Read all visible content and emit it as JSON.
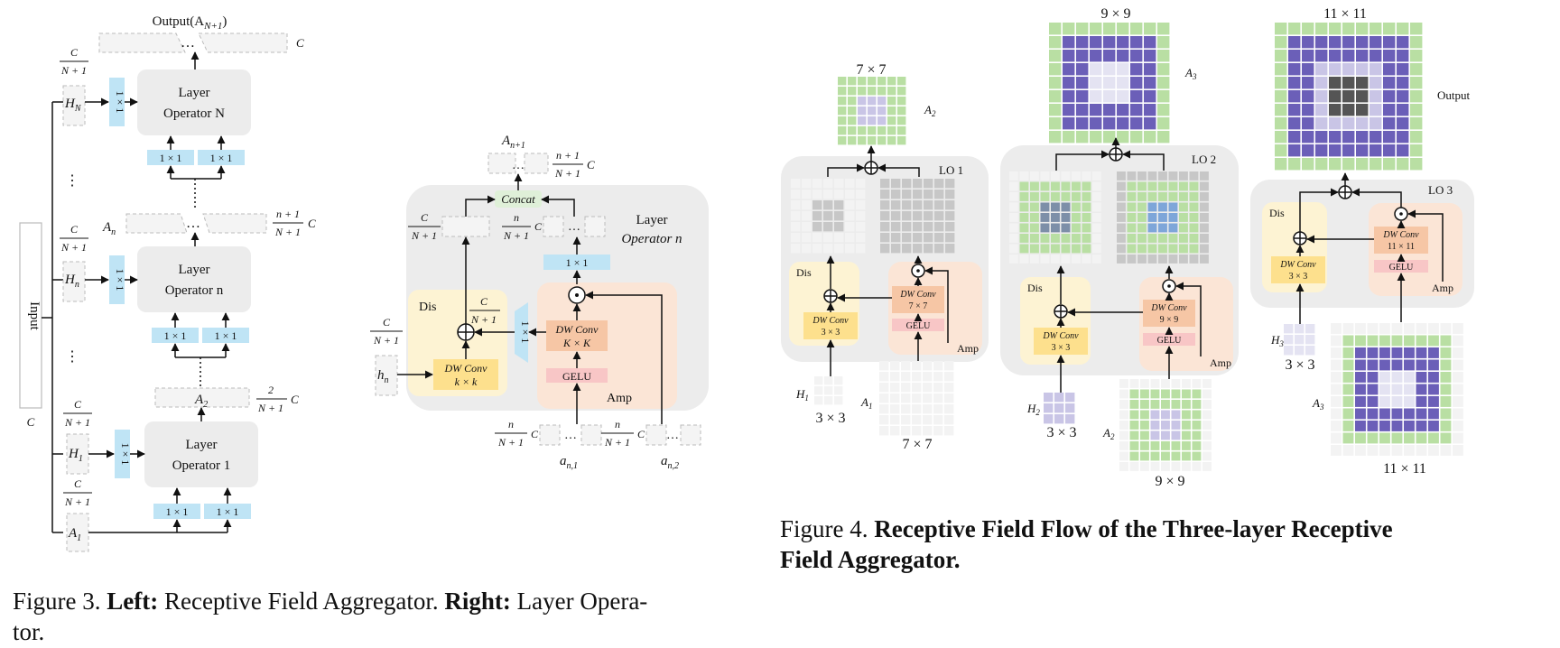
{
  "fig3": {
    "output_label": "Output(A",
    "output_sub": "N+1",
    "output_close": ")",
    "frac_c": "C",
    "frac_n1": "N + 1",
    "c": "C",
    "h_n_cap": "H",
    "h_n_cap_sub": "N",
    "h_n": "H",
    "h_n_sub": "n",
    "h_1": "H",
    "h_1_sub": "1",
    "a_1": "A",
    "a_1_sub": "1",
    "a_2": "A",
    "a_2_sub": "2",
    "a_n": "A",
    "a_n_sub": "n",
    "frac_2": "2",
    "frac_np1": "n + 1",
    "conv1x1": "1 × 1",
    "layer_op_N": [
      "Layer",
      "Operator N"
    ],
    "layer_op_n": [
      "Layer",
      "Operator n"
    ],
    "layer_op_1": [
      "Layer",
      "Operator 1"
    ],
    "dots": "⋮",
    "hdots": "…",
    "input": "Input",
    "input_c": "C"
  },
  "fig3r": {
    "a_np1": "A",
    "a_np1_sub": "n+1",
    "concat": "Concat",
    "layer_operator": [
      "Layer",
      "Operator n"
    ],
    "dis": "Dis",
    "amp": "Amp",
    "dwconv_k": [
      "DW Conv",
      "k × k"
    ],
    "dwconv_K": [
      "DW Conv",
      "K × K"
    ],
    "gelu": "GELU",
    "conv1x1": "1 × 1",
    "h_n": "h",
    "h_n_sub": "n",
    "a_n1": "a",
    "a_n1_sub": "n,1",
    "a_n2": "a",
    "a_n2_sub": "n,2",
    "frac_n": "n",
    "frac_N1": "N + 1",
    "frac_n1": "n + 1",
    "frac_c": "C",
    "c": "C"
  },
  "fig4": {
    "lo1": "LO 1",
    "lo2": "LO 2",
    "lo3": "LO 3",
    "size7": "7 × 7",
    "size9": "9 × 9",
    "size11": "11 × 11",
    "size3": "3 × 3",
    "a2": "A",
    "a2_sub": "2",
    "a3": "A",
    "a3_sub": "3",
    "a1": "A",
    "a1_sub": "1",
    "h1": "H",
    "h1_sub": "1",
    "h2": "H",
    "h2_sub": "2",
    "h3": "H",
    "h3_sub": "3",
    "output": "Output",
    "dis": "Dis",
    "amp": "Amp",
    "dw": "DW Conv",
    "k3": "3 × 3",
    "k7": "7 × 7",
    "k9": "9 × 9",
    "k11": "11 × 11",
    "gelu": "GELU"
  },
  "captions": {
    "fig3_prefix": "Figure 3. ",
    "fig3_left_b": "Left:",
    "fig3_left": " Receptive Field Aggregator. ",
    "fig3_right_b": "Right:",
    "fig3_right_1": " Layer Opera-",
    "fig3_right_2": "tor.",
    "fig4_prefix": "Figure 4.  ",
    "fig4_b1": "Receptive Field Flow of the Three-layer Receptive",
    "fig4_b2": "Field Aggregator."
  }
}
